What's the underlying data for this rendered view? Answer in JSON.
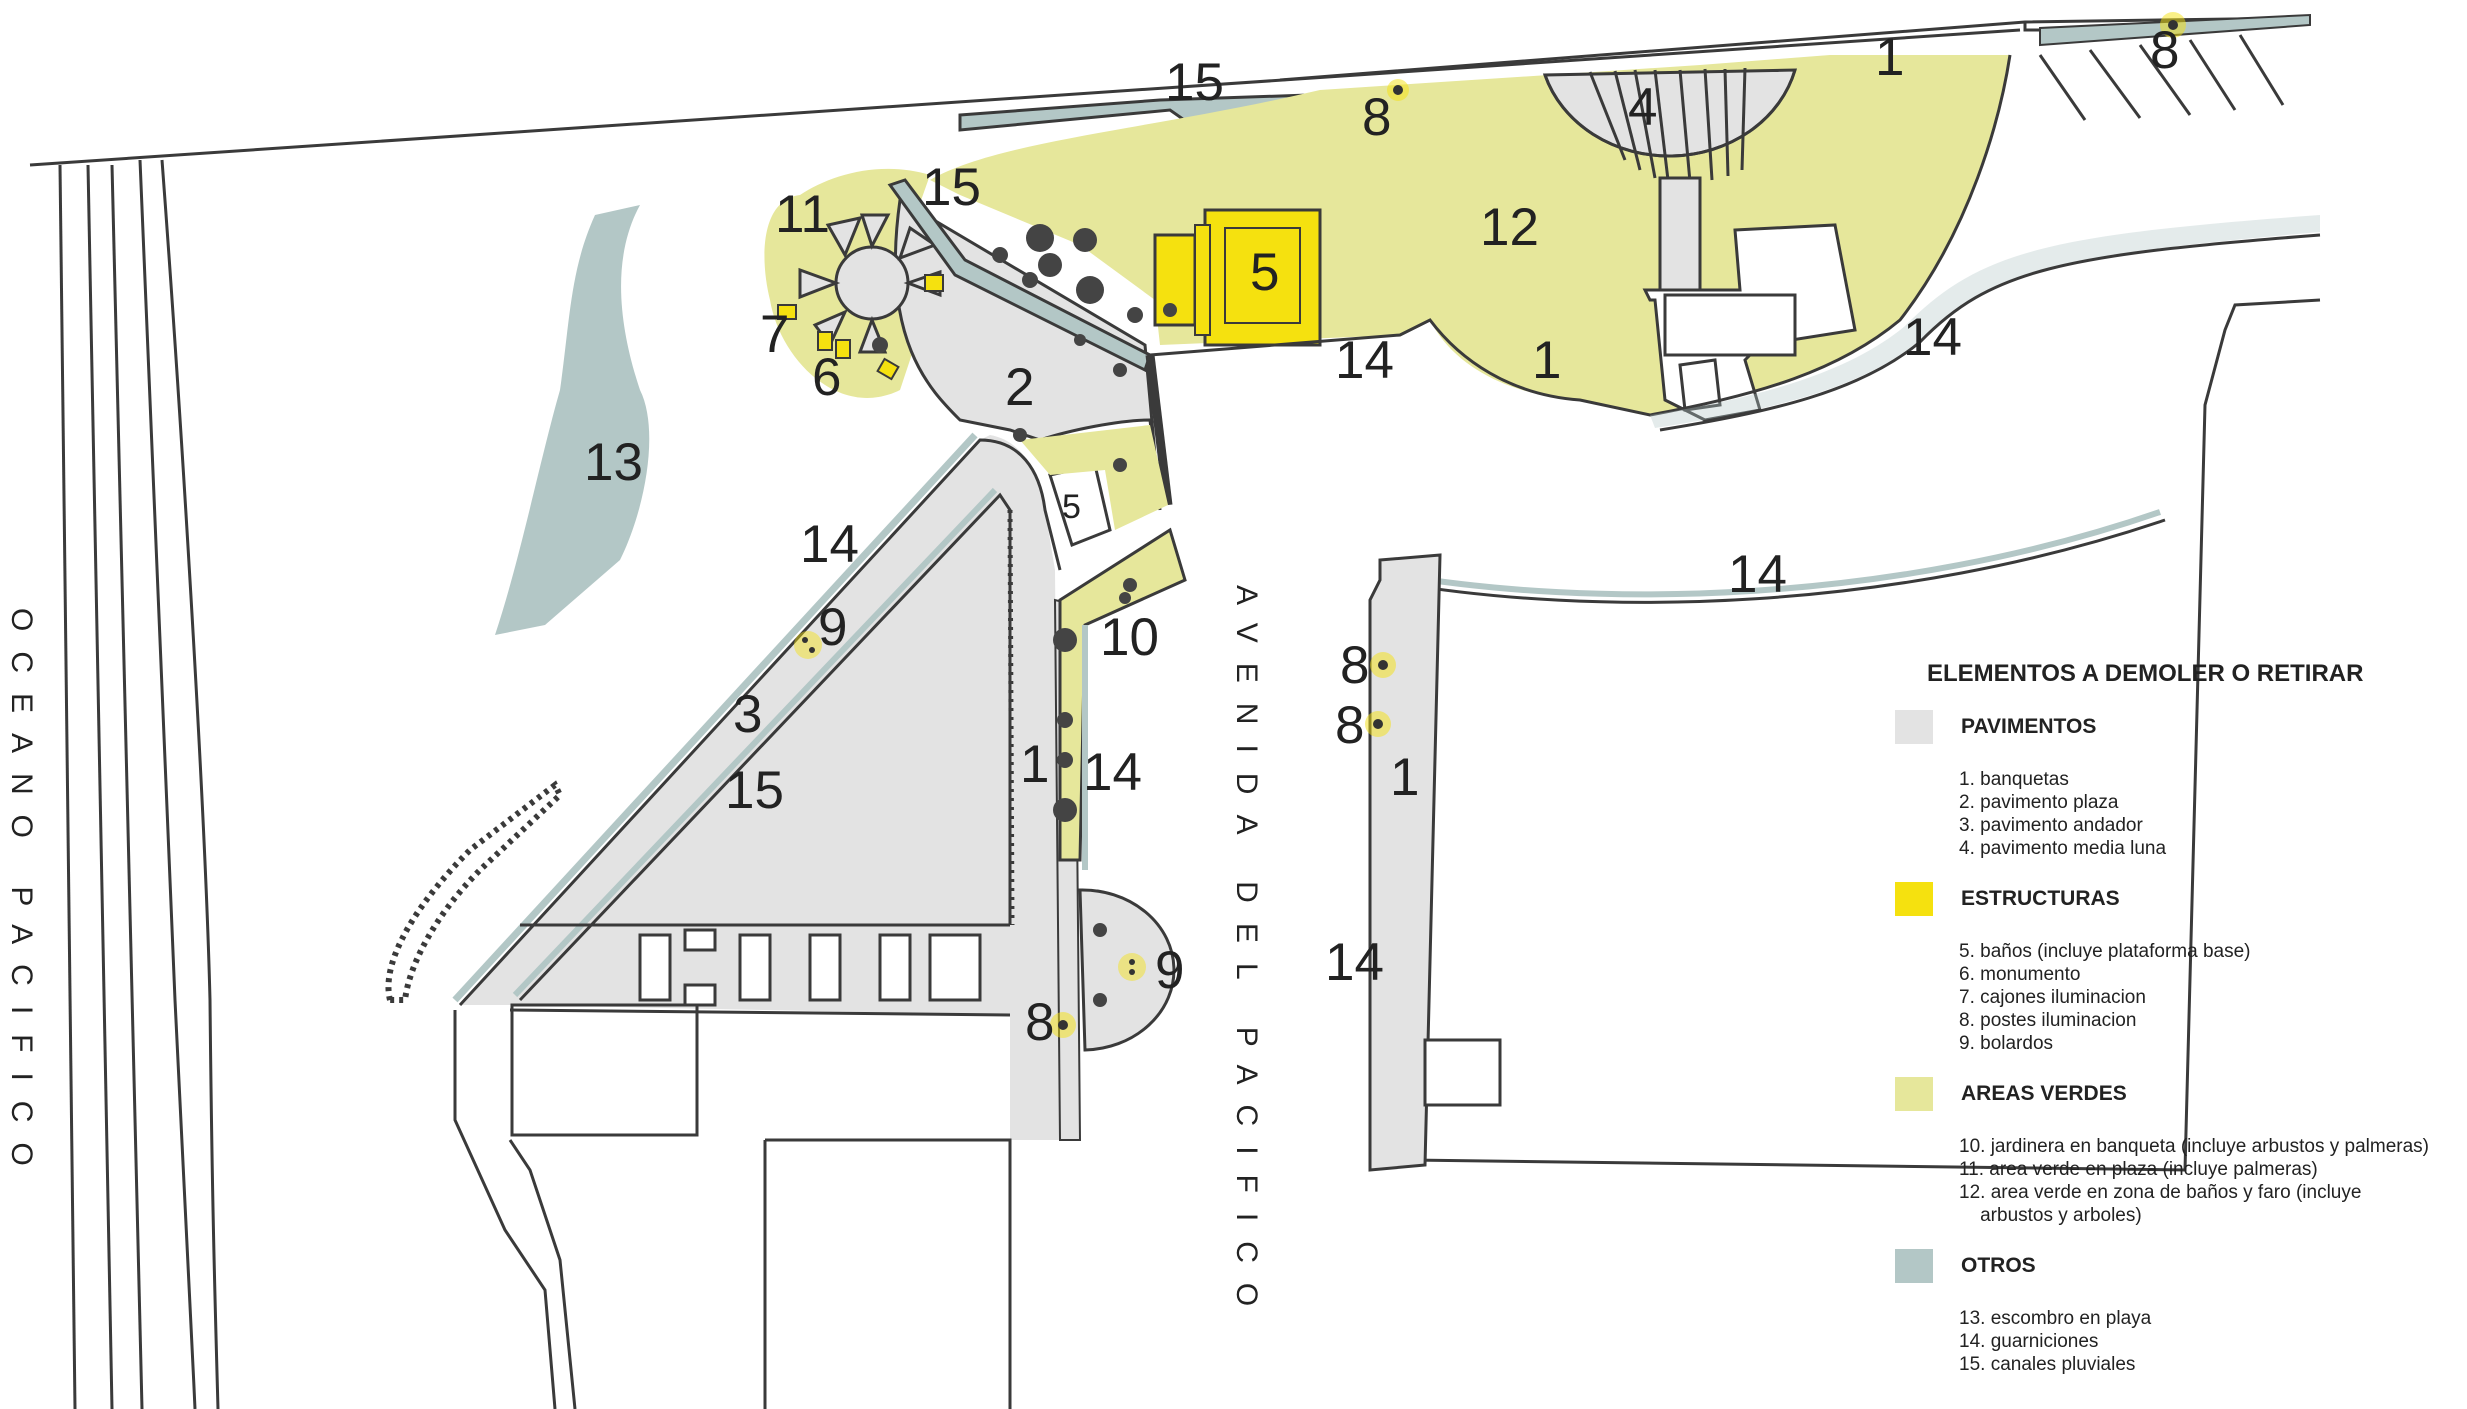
{
  "colors": {
    "pavement": "#e3e3e3",
    "structure": "#f5e10f",
    "green": "#e6e79b",
    "others": "#b3c7c6",
    "line": "#3a3a3a"
  },
  "map_labels": {
    "n1a": "1",
    "n1b": "1",
    "n1c": "1",
    "n1d": "1",
    "n2": "2",
    "n3": "3",
    "n4": "4",
    "n5a": "5",
    "n5b": "5",
    "n6": "6",
    "n7": "7",
    "n8a": "8",
    "n8b": "8",
    "n8c": "8",
    "n8d": "8",
    "n8e": "8",
    "n9a": "9",
    "n9b": "9",
    "n10": "10",
    "n11": "11",
    "n12": "12",
    "n13": "13",
    "n14a": "14",
    "n14b": "14",
    "n14c": "14",
    "n14d": "14",
    "n14e": "14",
    "n14f": "14",
    "n15a": "15",
    "n15b": "15",
    "n15c": "15",
    "ocean": "OCEANO PACIFICO",
    "avenue": "AVENIDA DEL PACIFICO"
  },
  "legend": {
    "title": "ELEMENTOS A DEMOLER O RETIRAR",
    "categories": [
      {
        "name": "PAVIMENTOS",
        "color": "#e3e3e3",
        "items": [
          "1. banquetas",
          "2. pavimento plaza",
          "3. pavimento andador",
          "4. pavimento media luna"
        ]
      },
      {
        "name": "ESTRUCTURAS",
        "color": "#f5e10f",
        "items": [
          "5. baños (incluye plataforma base)",
          "6. monumento",
          "7. cajones iluminacion",
          "8. postes iluminacion",
          "9. bolardos"
        ]
      },
      {
        "name": "AREAS VERDES",
        "color": "#e6e79b",
        "items": [
          "10. jardinera en banqueta (incluye arbustos y palmeras)",
          "11. area verde en plaza (incluye palmeras)",
          "12. area verde en zona de baños y faro (incluye\n    arbustos y arboles)"
        ]
      },
      {
        "name": "OTROS",
        "color": "#b3c7c6",
        "items": [
          "13. escombro en playa",
          "14. guarniciones",
          "15. canales pluviales"
        ]
      }
    ]
  }
}
